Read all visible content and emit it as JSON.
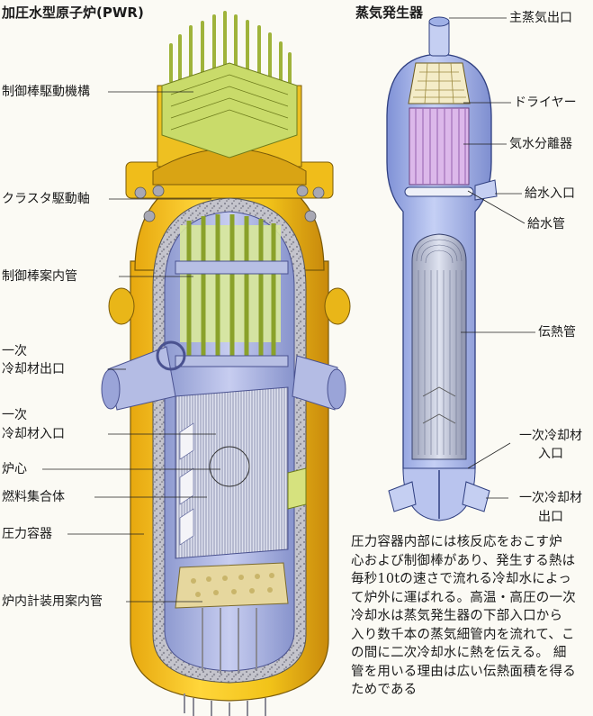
{
  "pwr": {
    "title": "加圧水型原子炉(PWR)",
    "labels": {
      "control_rod_drive": "制御棒駆動機構",
      "cluster_drive_shaft": "クラスタ駆動軸",
      "control_rod_guide": "制御棒案内管",
      "primary_outlet_1": "一次",
      "primary_outlet_2": "冷却材出口",
      "primary_inlet_1": "一次",
      "primary_inlet_2": "冷却材入口",
      "core": "炉心",
      "fuel_assembly": "燃料集合体",
      "pressure_vessel": "圧力容器",
      "instrument_guide": "炉内計装用案内管"
    }
  },
  "sg": {
    "title": "蒸気発生器",
    "labels": {
      "main_steam_outlet": "主蒸気出口",
      "dryer": "ドライヤー",
      "separator": "気水分離器",
      "feedwater_inlet": "給水入口",
      "feedwater_pipe": "給水管",
      "heat_tube": "伝熱管",
      "primary_inlet_1": "一次冷却材",
      "primary_inlet_2": "入口",
      "primary_outlet_1": "一次冷却材",
      "primary_outlet_2": "出口"
    }
  },
  "caption": {
    "lines": [
      "圧力容器内部には核反応をおこす炉",
      "心および制御棒があり、発生する熱は",
      "毎秒10tの速さで流れる冷却水によっ",
      "て炉外に運ばれる。高温・高圧の一次",
      "冷却水は蒸気発生器の下部入口から",
      "入り数千本の蒸気細管内を流れて、こ",
      "の間に二次冷却水に熱を伝える。 細",
      "管を用いる理由は広い伝熱面積を得る",
      "ためである"
    ]
  },
  "colors": {
    "vessel_yellow": "#f2c319",
    "vessel_shadow": "#d99a12",
    "concrete": "#b8b8c4",
    "internal_blue": "#a9b4de",
    "rod_green": "#cfe07a",
    "sg_blue": "#9fb0e6",
    "separator_violet": "#d9b5e8"
  }
}
